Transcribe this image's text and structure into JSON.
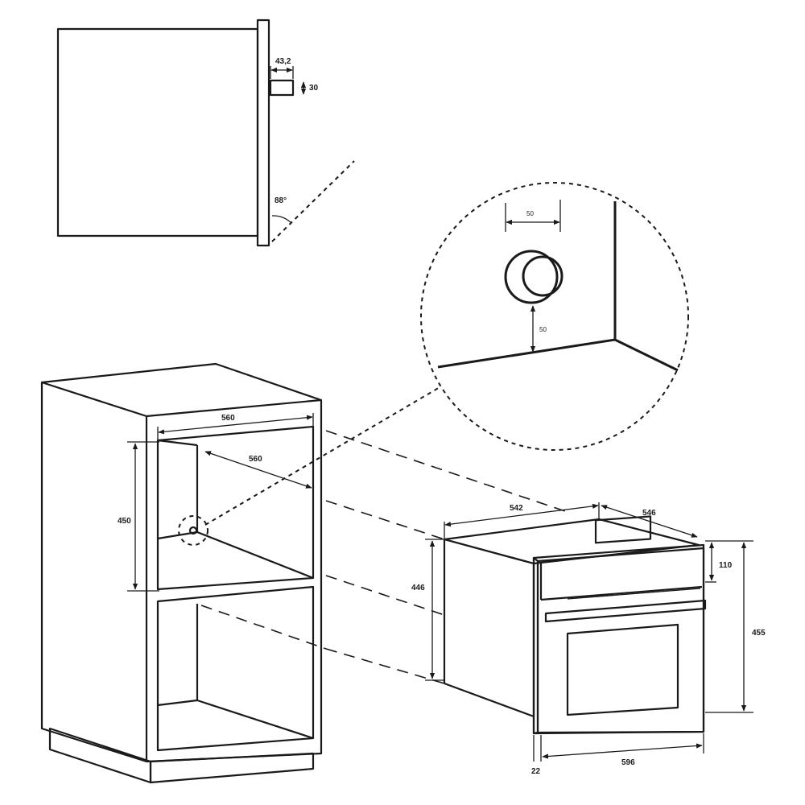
{
  "side_view": {
    "gap_label": "43,2",
    "bracket_label": "30",
    "angle_label": "88°"
  },
  "detail": {
    "knob_width_label": "50",
    "knob_height_label": "50"
  },
  "cabinet": {
    "top_width_label": "560",
    "depth_label": "560",
    "height_label": "450"
  },
  "oven": {
    "width_label": "542",
    "depth_label": "546",
    "body_height_label": "446",
    "panel_height_label": "110",
    "total_height_label": "455",
    "front_width_label": "596",
    "front_offset_label": "22"
  }
}
